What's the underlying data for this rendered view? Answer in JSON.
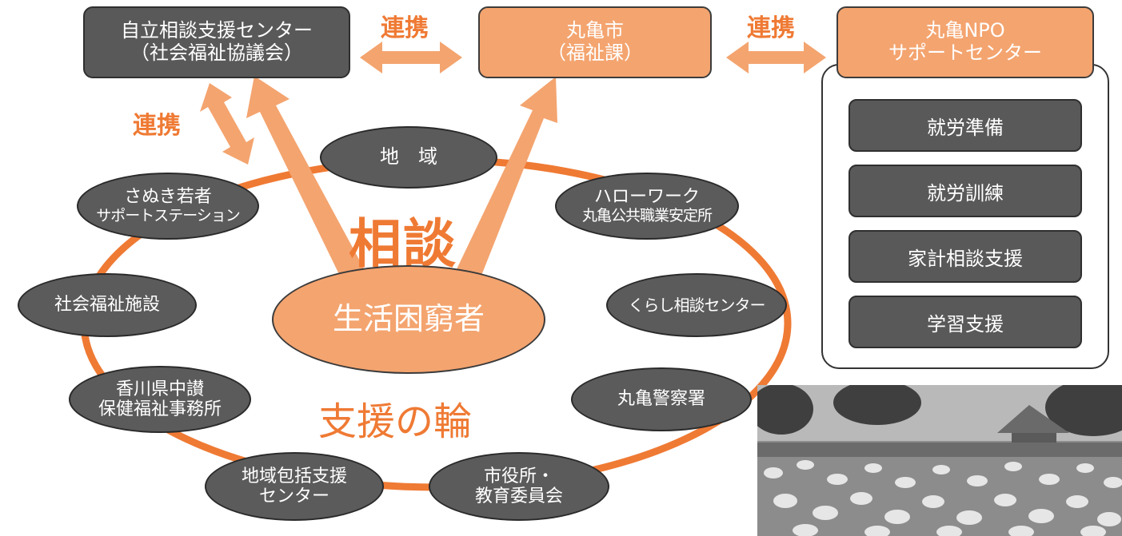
{
  "top_boxes": {
    "jiritsu": {
      "line1": "自立相談支援センター",
      "line2": "（社会福祉協議会）"
    },
    "city": {
      "line1": "丸亀市",
      "line2": "（福祉課）"
    },
    "npo": {
      "line1": "丸亀NPO",
      "line2": "サポートセンター"
    }
  },
  "link_labels": [
    "連携",
    "連携",
    "連携"
  ],
  "center": {
    "soudan": "相談",
    "person": "生活困窮者",
    "ring": "支援の輪"
  },
  "ring_nodes": {
    "chiiki": {
      "line1": "地　域"
    },
    "sanuki": {
      "line1": "さぬき若者",
      "line2": "サポートステーション"
    },
    "hellowork": {
      "line1": "ハローワーク",
      "line2": "丸亀公共職業安定所"
    },
    "shakai": {
      "line1": "社会福祉施設"
    },
    "kurashi": {
      "line1": "くらし相談センター"
    },
    "kagawa": {
      "line1": "香川県中讃",
      "line2": "保健福祉事務所"
    },
    "police": {
      "line1": "丸亀警察署"
    },
    "houkatsu": {
      "line1": "地域包括支援",
      "line2": "センター"
    },
    "shiyakusho": {
      "line1": "市役所・",
      "line2": "教育委員会"
    }
  },
  "npo_services": [
    "就労準備",
    "就労訓練",
    "家計相談支援",
    "学習支援"
  ],
  "colors": {
    "accent": "#ef7a34",
    "light_orange": "#f4a46f",
    "dark_box": "#595959"
  }
}
